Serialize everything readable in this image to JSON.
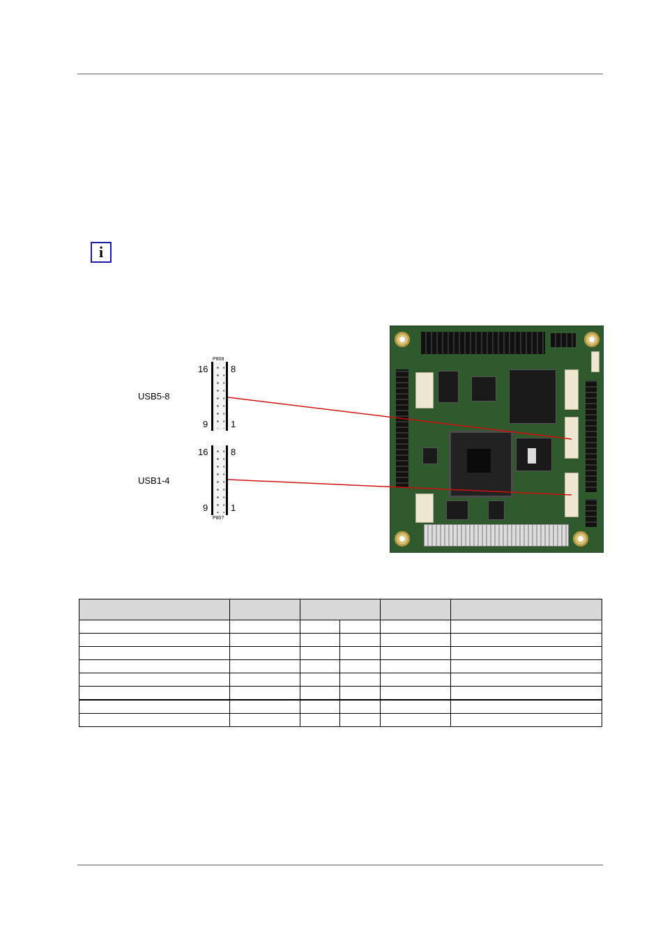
{
  "diagram": {
    "top_header": {
      "part": "P808",
      "pin_top_left": "16",
      "pin_top_right": "8",
      "pin_bottom_left": "9",
      "pin_bottom_right": "1",
      "label": "USB5-8"
    },
    "bottom_header": {
      "part": "P807",
      "pin_top_left": "16",
      "pin_top_right": "8",
      "pin_bottom_left": "9",
      "pin_bottom_right": "1",
      "label": "USB1-4"
    },
    "line_color": "#d01010"
  },
  "info_icon": {
    "glyph": "i",
    "icon": "info-icon"
  },
  "table": {
    "header": [
      "",
      "",
      "",
      "",
      ""
    ],
    "rows": [
      [
        "",
        "",
        "",
        "",
        "",
        ""
      ],
      [
        "",
        "",
        "",
        "",
        "",
        ""
      ],
      [
        "",
        "",
        "",
        "",
        "",
        ""
      ],
      [
        "",
        "",
        "",
        "",
        "",
        ""
      ],
      [
        "",
        "",
        "",
        "",
        "",
        ""
      ],
      [
        "",
        "",
        "",
        "",
        "",
        ""
      ],
      [
        "",
        "",
        "",
        "",
        "",
        ""
      ],
      [
        "",
        "",
        "",
        "",
        "",
        ""
      ]
    ]
  }
}
